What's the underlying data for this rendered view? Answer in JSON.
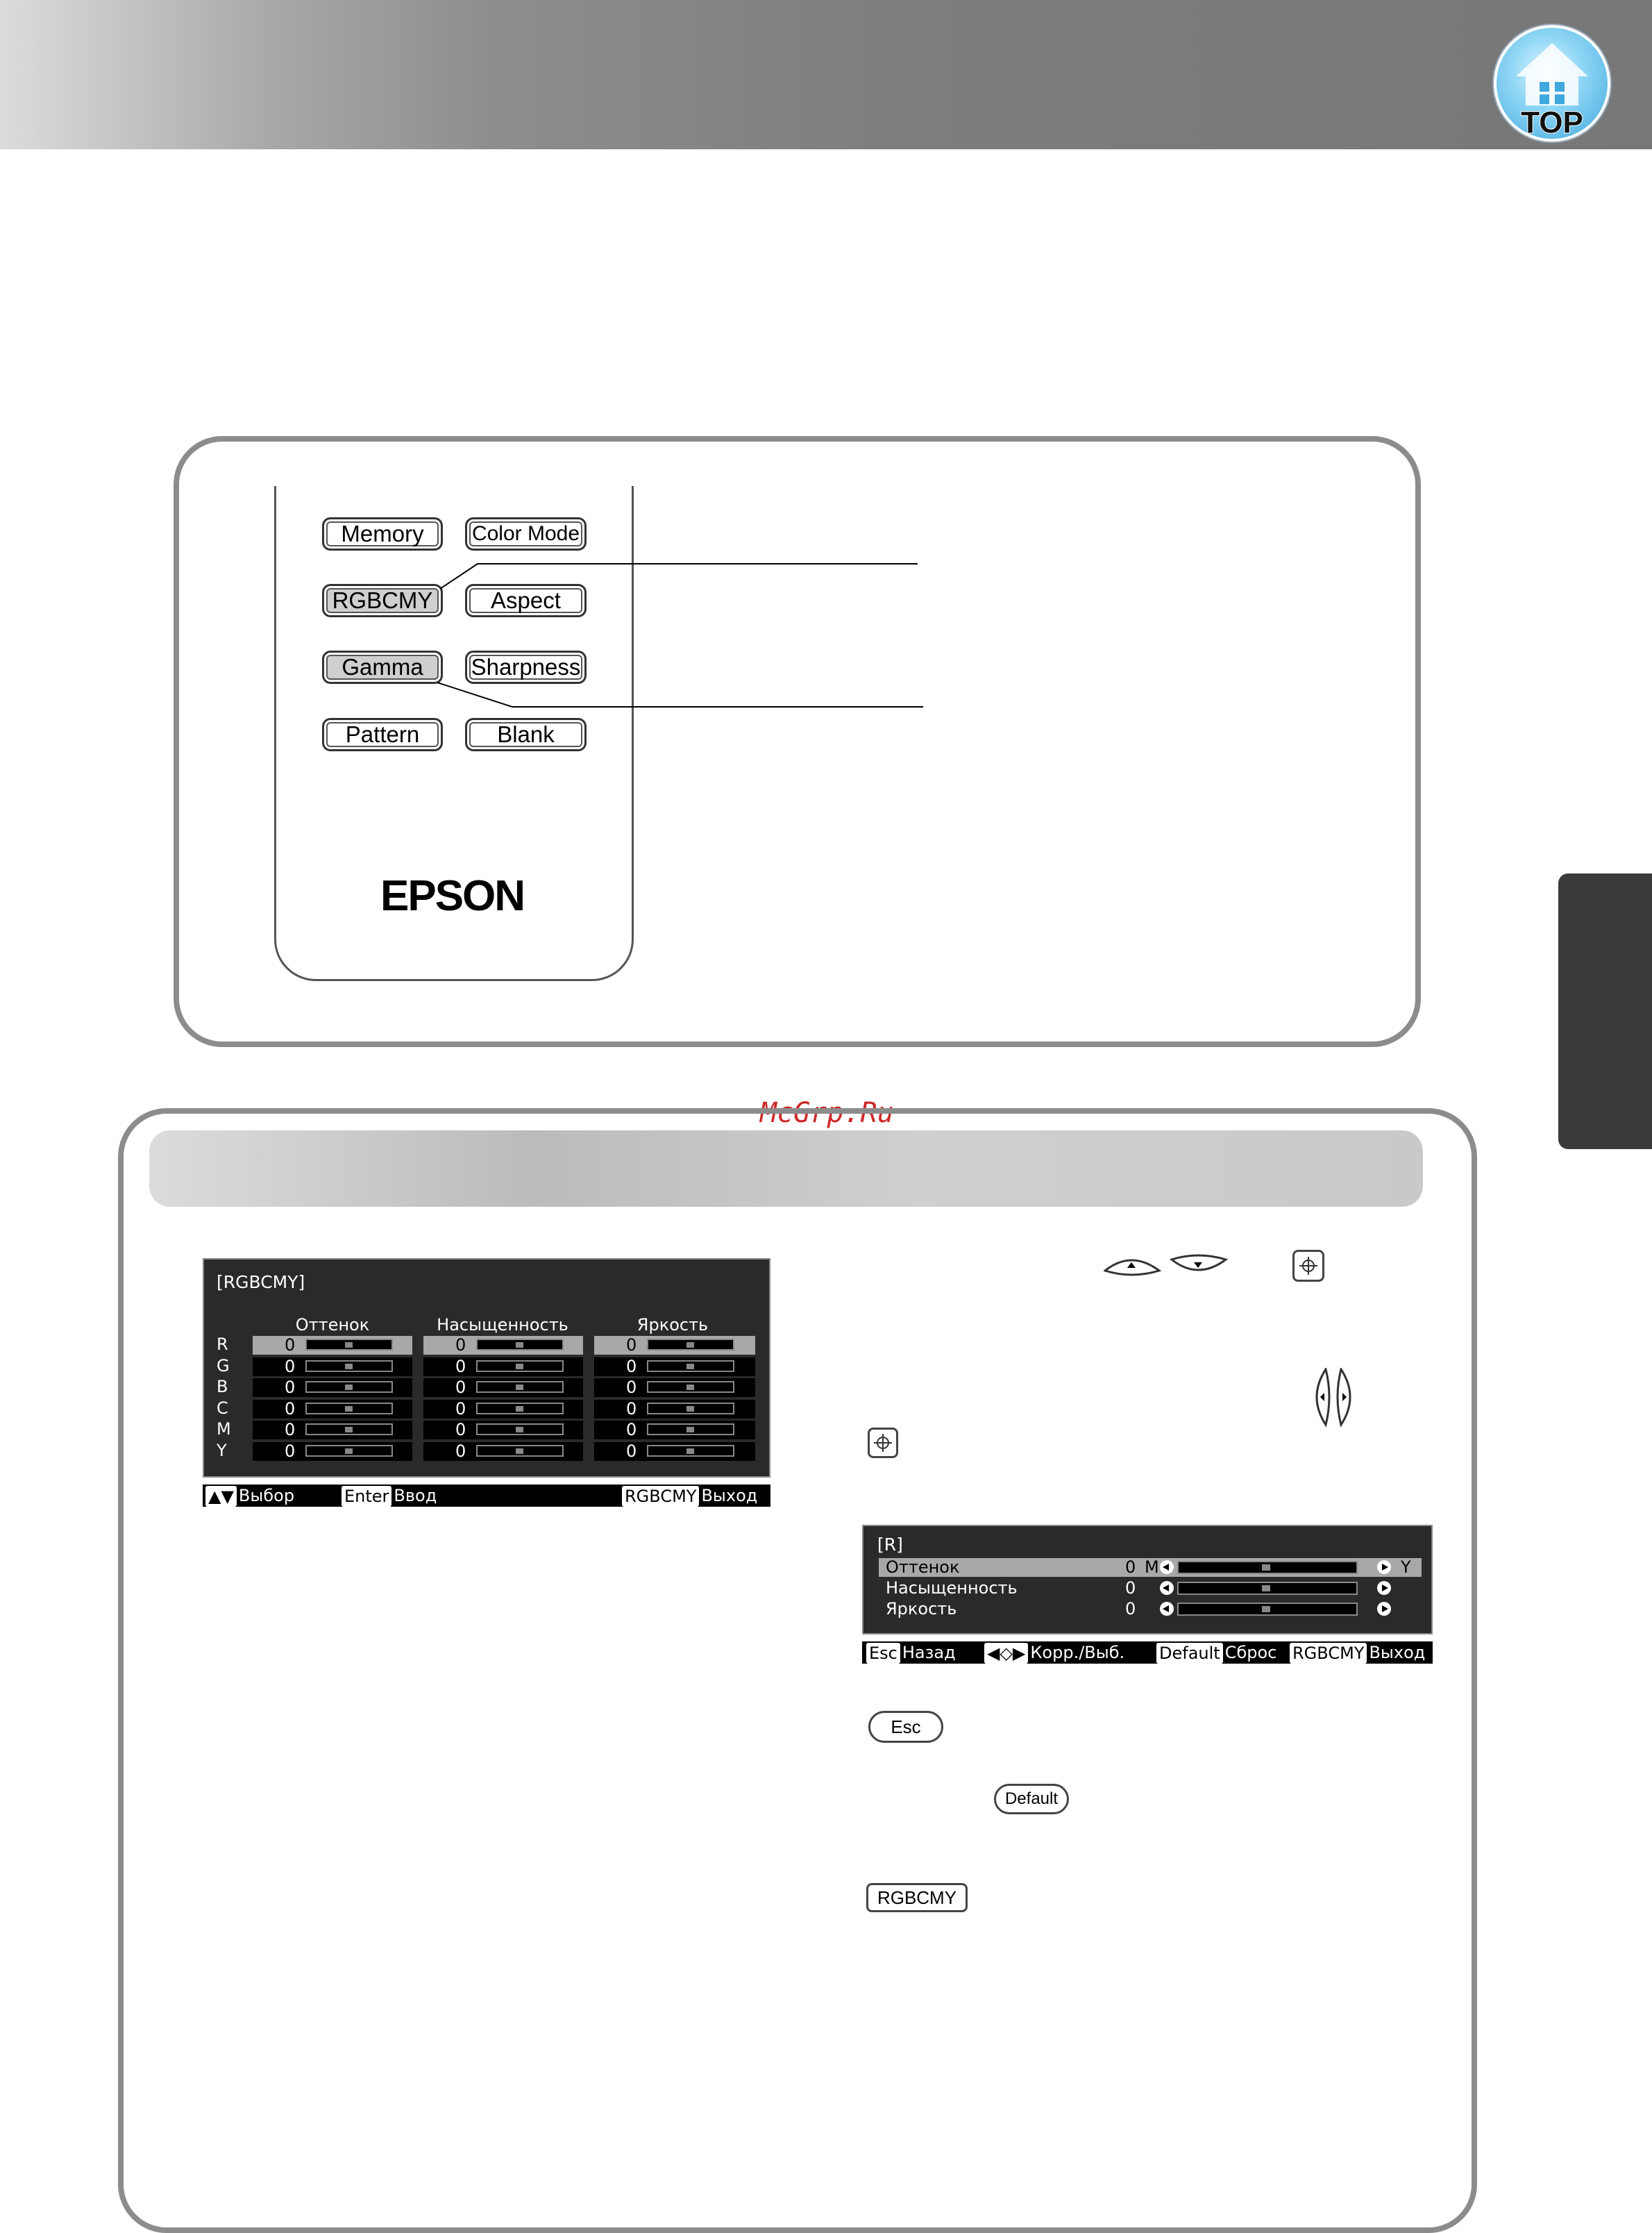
{
  "header": {
    "badge_label": "TOP"
  },
  "remote": {
    "buttons": [
      {
        "label": "Memory",
        "highlighted": false
      },
      {
        "label": "Color Mode",
        "highlighted": false
      },
      {
        "label": "RGBCMY",
        "highlighted": true
      },
      {
        "label": "Aspect",
        "highlighted": false
      },
      {
        "label": "Gamma",
        "highlighted": true
      },
      {
        "label": "Sharpness",
        "highlighted": false
      },
      {
        "label": "Pattern",
        "highlighted": false
      },
      {
        "label": "Blank",
        "highlighted": false
      }
    ],
    "brand": "EPSON"
  },
  "watermark": "McGrp.Ru",
  "osd_rgbcmy": {
    "title": "[RGBCMY]",
    "columns": [
      "Оттенок",
      "Насыщенность",
      "Яркость"
    ],
    "rows": [
      "R",
      "G",
      "B",
      "C",
      "M",
      "Y"
    ],
    "value": "0",
    "footer": {
      "select_key": "▲▼",
      "select": "Выбор",
      "enter_key": "Enter",
      "enter": "Ввод",
      "exit_key": "RGBCMY",
      "exit": "Выход"
    }
  },
  "osd_r": {
    "title": "[R]",
    "rows": [
      {
        "label": "Оттенок",
        "value": "0",
        "left": "M",
        "right": "Y"
      },
      {
        "label": "Насыщенность",
        "value": "0",
        "left": "",
        "right": ""
      },
      {
        "label": "Яркость",
        "value": "0",
        "left": "",
        "right": ""
      }
    ],
    "footer": {
      "back_key": "Esc",
      "back": "Назад",
      "adj_key": "◀◇▶",
      "adj": "Корр./Выб.",
      "reset_key": "Default",
      "reset": "Сброс",
      "exit_key": "RGBCMY",
      "exit": "Выход"
    }
  },
  "step_buttons": {
    "esc": "Esc",
    "default": "Default",
    "rgbcmy": "RGBCMY"
  },
  "colors": {
    "panel_border": "#8c8c8c",
    "side_tab": "#3a3a3a",
    "watermark": "#cc2a2a",
    "osd_bg": "#2a2a2a"
  }
}
